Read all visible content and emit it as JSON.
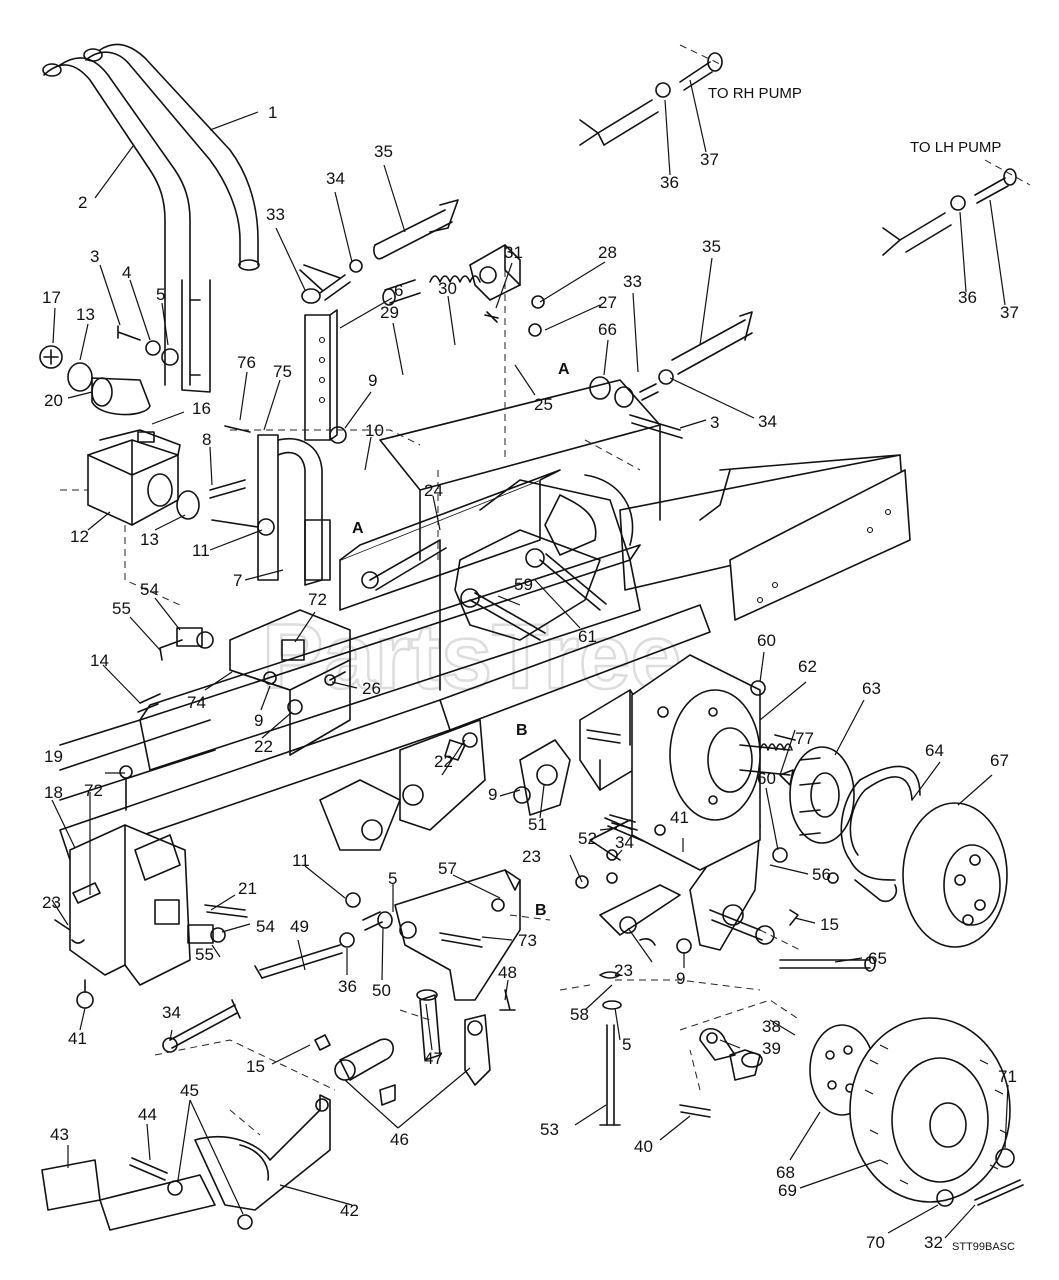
{
  "diagram": {
    "drawing_code": "STT99BASC",
    "watermark": "PartsTree",
    "notes": [
      {
        "id": "rh_pump",
        "text": "TO RH PUMP"
      },
      {
        "id": "lh_pump",
        "text": "TO LH PUMP"
      }
    ],
    "letters": [
      {
        "id": "a1",
        "text": "A"
      },
      {
        "id": "a2",
        "text": "A"
      },
      {
        "id": "b1",
        "text": "B"
      },
      {
        "id": "b2",
        "text": "B"
      }
    ],
    "callouts": [
      {
        "n": "1"
      },
      {
        "n": "2"
      },
      {
        "n": "3"
      },
      {
        "n": "4"
      },
      {
        "n": "5"
      },
      {
        "n": "17"
      },
      {
        "n": "13"
      },
      {
        "n": "20"
      },
      {
        "n": "16"
      },
      {
        "n": "12"
      },
      {
        "n": "13"
      },
      {
        "n": "8"
      },
      {
        "n": "11"
      },
      {
        "n": "76"
      },
      {
        "n": "75"
      },
      {
        "n": "7"
      },
      {
        "n": "33"
      },
      {
        "n": "34"
      },
      {
        "n": "35"
      },
      {
        "n": "6"
      },
      {
        "n": "9"
      },
      {
        "n": "10"
      },
      {
        "n": "29"
      },
      {
        "n": "30"
      },
      {
        "n": "31"
      },
      {
        "n": "28"
      },
      {
        "n": "27"
      },
      {
        "n": "25"
      },
      {
        "n": "24"
      },
      {
        "n": "35"
      },
      {
        "n": "33"
      },
      {
        "n": "66"
      },
      {
        "n": "34"
      },
      {
        "n": "3"
      },
      {
        "n": "36"
      },
      {
        "n": "37"
      },
      {
        "n": "36"
      },
      {
        "n": "37"
      },
      {
        "n": "54"
      },
      {
        "n": "55"
      },
      {
        "n": "14"
      },
      {
        "n": "72"
      },
      {
        "n": "74"
      },
      {
        "n": "26"
      },
      {
        "n": "9"
      },
      {
        "n": "22"
      },
      {
        "n": "59"
      },
      {
        "n": "61"
      },
      {
        "n": "60"
      },
      {
        "n": "62"
      },
      {
        "n": "63"
      },
      {
        "n": "64"
      },
      {
        "n": "67"
      },
      {
        "n": "77"
      },
      {
        "n": "19"
      },
      {
        "n": "18"
      },
      {
        "n": "72"
      },
      {
        "n": "23"
      },
      {
        "n": "22"
      },
      {
        "n": "9"
      },
      {
        "n": "51"
      },
      {
        "n": "52"
      },
      {
        "n": "41"
      },
      {
        "n": "60"
      },
      {
        "n": "56"
      },
      {
        "n": "15"
      },
      {
        "n": "65"
      },
      {
        "n": "11"
      },
      {
        "n": "5"
      },
      {
        "n": "57"
      },
      {
        "n": "21"
      },
      {
        "n": "54"
      },
      {
        "n": "55"
      },
      {
        "n": "49"
      },
      {
        "n": "36"
      },
      {
        "n": "50"
      },
      {
        "n": "73"
      },
      {
        "n": "48"
      },
      {
        "n": "23"
      },
      {
        "n": "34"
      },
      {
        "n": "23"
      },
      {
        "n": "9"
      },
      {
        "n": "58"
      },
      {
        "n": "5"
      },
      {
        "n": "41"
      },
      {
        "n": "34"
      },
      {
        "n": "15"
      },
      {
        "n": "47"
      },
      {
        "n": "46"
      },
      {
        "n": "38"
      },
      {
        "n": "39"
      },
      {
        "n": "53"
      },
      {
        "n": "40"
      },
      {
        "n": "68"
      },
      {
        "n": "71"
      },
      {
        "n": "43"
      },
      {
        "n": "44"
      },
      {
        "n": "45"
      },
      {
        "n": "42"
      },
      {
        "n": "69"
      },
      {
        "n": "70"
      },
      {
        "n": "32"
      }
    ]
  }
}
